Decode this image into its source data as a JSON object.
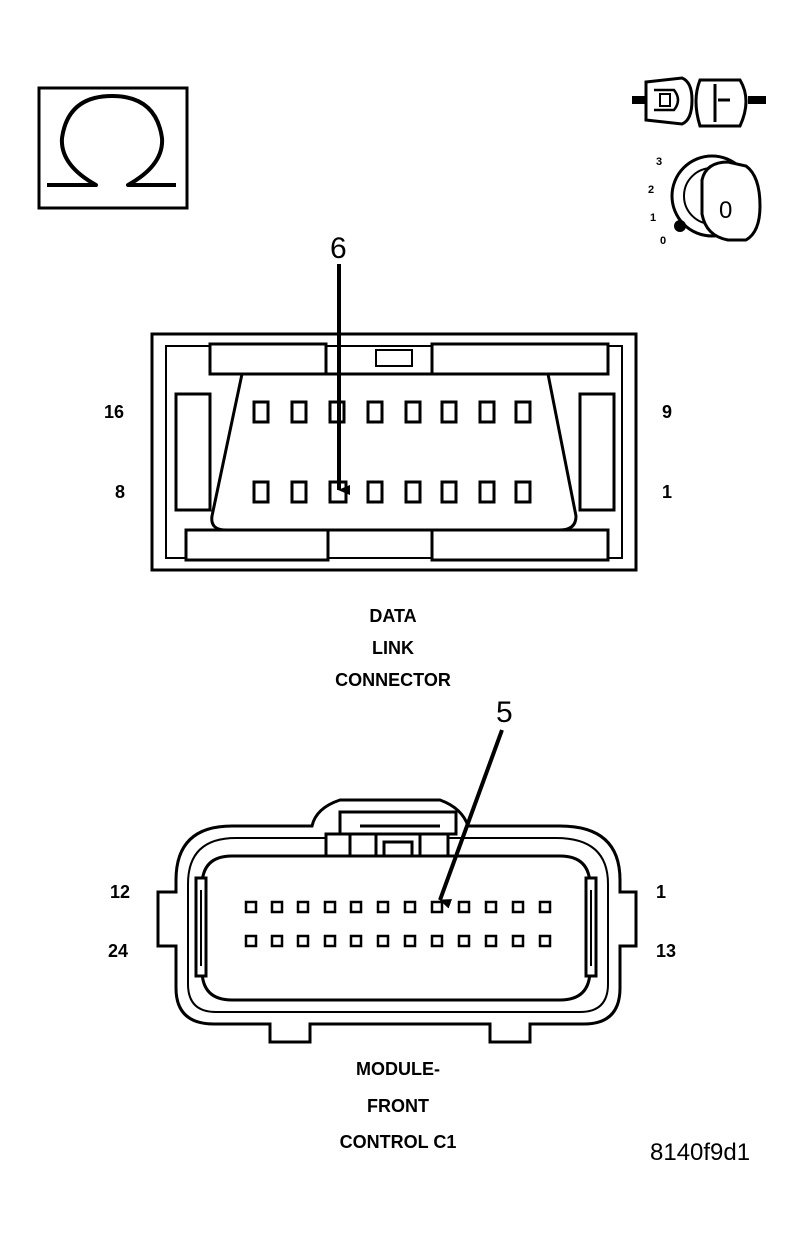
{
  "ohm_symbol": "Ω",
  "ignition": {
    "key_positions": [
      "3",
      "2",
      "1",
      "0"
    ],
    "key_face": "0"
  },
  "dlc": {
    "callout_pin": "6",
    "pin_labels": {
      "top_left": "16",
      "top_right": "9",
      "bottom_left": "8",
      "bottom_right": "1"
    },
    "caption": [
      "DATA",
      "LINK",
      "CONNECTOR"
    ]
  },
  "fcm": {
    "callout_pin": "5",
    "pin_labels": {
      "top_left": "12",
      "top_right": "1",
      "bottom_left": "24",
      "bottom_right": "13"
    },
    "caption": [
      "MODULE-",
      "FRONT",
      "CONTROL C1"
    ]
  },
  "figure_ref": "8140f9d1"
}
